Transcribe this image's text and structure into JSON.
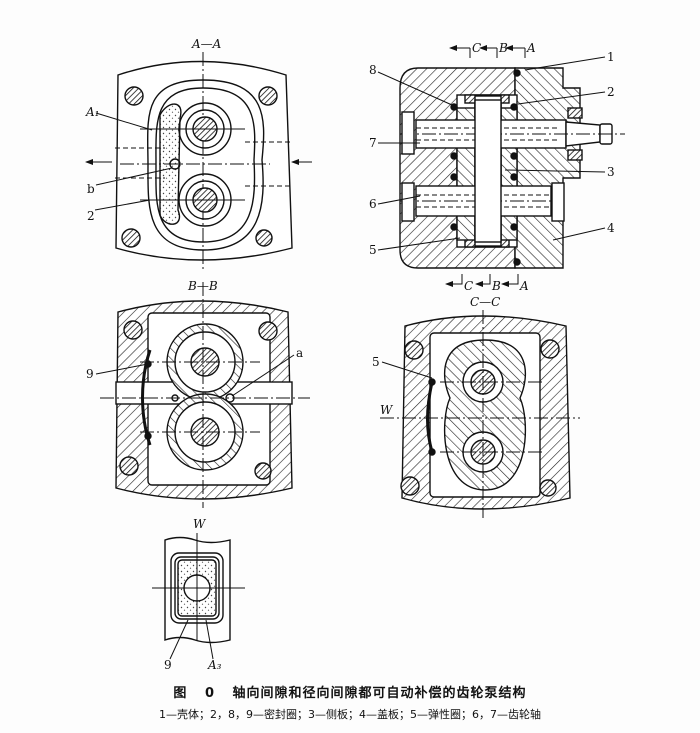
{
  "views": {
    "aa": {
      "title": "A—A",
      "labels": {
        "a1": "A₁",
        "b": "b",
        "n2": "2"
      }
    },
    "longitudinal": {
      "section_top": [
        "C",
        "B",
        "A"
      ],
      "section_bottom": [
        "C",
        "B",
        "A"
      ],
      "labels": {
        "n1": "1",
        "n2": "2",
        "n3": "3",
        "n4": "4",
        "n5": "5",
        "n6": "6",
        "n7": "7",
        "n8": "8"
      }
    },
    "bb": {
      "title": "B—B",
      "labels": {
        "n9": "9",
        "a": "a"
      }
    },
    "cc": {
      "title": "C—C",
      "labels": {
        "n5": "5",
        "w": "W"
      }
    },
    "w": {
      "title": "W",
      "labels": {
        "n9": "9",
        "a3": "A₃"
      }
    }
  },
  "caption": {
    "figure_label": "图",
    "figure_number": "0",
    "title": "轴向间隙和径向间隙都可自动补偿的齿轮泵结构",
    "legend": "1—壳体；2，8，9—密封圈；3—侧板；4—盖板；5—弹性圈；6，7—齿轮轴"
  }
}
